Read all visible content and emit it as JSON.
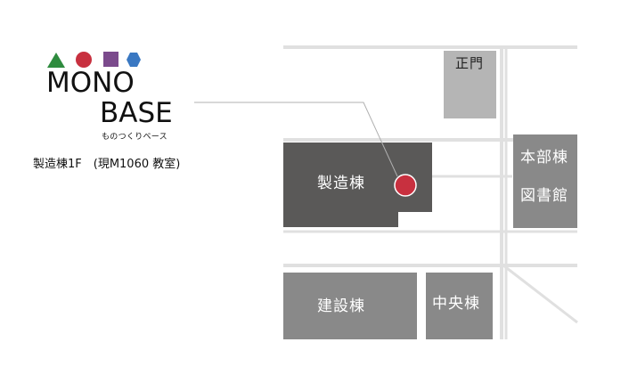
{
  "logo": {
    "line1": "MONO",
    "line2": "BASE",
    "subtitle": "ものつくりベース",
    "shape_colors": {
      "triangle": "#2e8b3e",
      "circle": "#c8303f",
      "square": "#7b4a8c",
      "hexagon": "#3a78c2"
    }
  },
  "location_caption": "製造棟1F　(現M1060 教室)",
  "map": {
    "colors": {
      "road": "#e0e0e0",
      "building_dark": "#5a5958",
      "building_mid": "#898989",
      "building_light": "#b5b5b5",
      "marker": "#c8303f",
      "leader_line": "#b0b0b0"
    },
    "buildings": {
      "gate": "正門",
      "honbu_line1": "本部棟",
      "honbu_line2": "図書館",
      "seizou": "製造棟",
      "kensetsu": "建設棟",
      "chuo": "中央棟"
    }
  }
}
